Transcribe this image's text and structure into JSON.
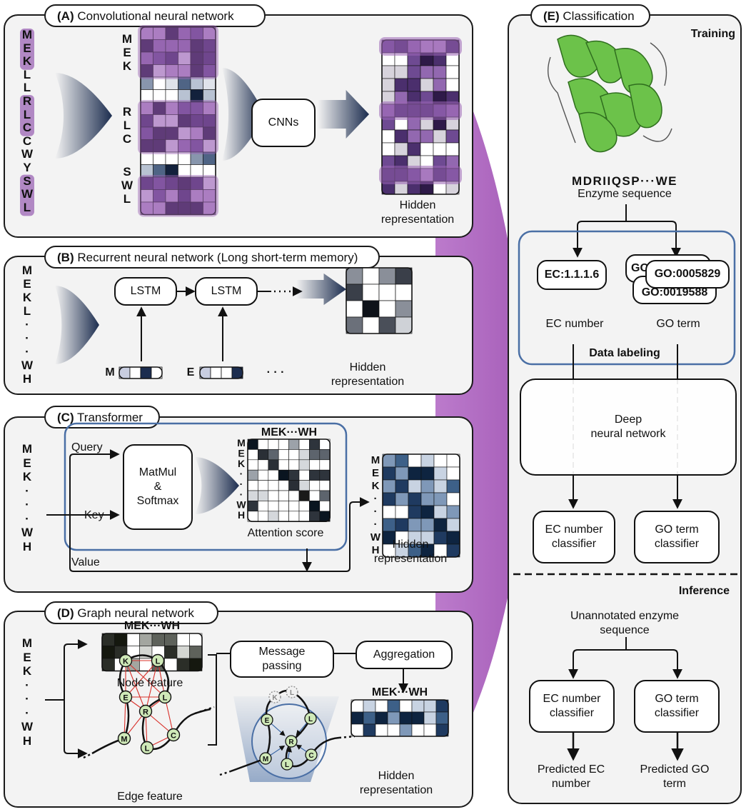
{
  "panels": {
    "a": {
      "title_tag": "(A)",
      "title_text": "Convolutional neural network",
      "sequence": [
        "M",
        "E",
        "K",
        "L",
        "L",
        "R",
        "L",
        "C",
        "C",
        "W",
        "Y",
        "S",
        "W",
        "L"
      ],
      "groups": [
        [
          "M",
          "E",
          "K"
        ],
        [
          "R",
          "L",
          "C"
        ],
        [
          "S",
          "W",
          "L"
        ]
      ],
      "cnn_label": "CNNs",
      "output_label": "Hidden\nrepresentation"
    },
    "b": {
      "title_tag": "(B)",
      "title_text": "Recurrent neural network (Long short-term memory)",
      "sequence": [
        "M",
        "E",
        "K",
        "L",
        "·",
        "·",
        "·",
        "W",
        "H"
      ],
      "lstm_label": "LSTM",
      "input_m": "M",
      "input_e": "E",
      "input_dots": "· · ·",
      "output_label": "Hidden\nrepresentation"
    },
    "c": {
      "title_tag": "(C)",
      "title_text": "Transformer",
      "sequence": [
        "M",
        "E",
        "K",
        "·",
        "·",
        "·",
        "W",
        "H"
      ],
      "query_label": "Query",
      "key_label": "Key",
      "value_label": "Value",
      "matmul_label": "MatMul\n&\nSoftmax",
      "matrix_top_label": "MEK···WH",
      "matrix_side": [
        "M",
        "E",
        "K",
        "·",
        "·",
        "·",
        "W",
        "H"
      ],
      "attention_label": "Attention score",
      "output_label": "Hidden\nrepresentation"
    },
    "d": {
      "title_tag": "(D)",
      "title_text": "Graph neural network",
      "sequence": [
        "M",
        "E",
        "K",
        "·",
        "·",
        "·",
        "W",
        "H"
      ],
      "node_feature_top": "MEK···WH",
      "node_feature_label": "Node feature",
      "edge_feature_label": "Edge feature",
      "message_passing_label": "Message\npassing",
      "aggregation_label": "Aggregation",
      "output_top": "MEK···WH",
      "output_label": "Hidden\nrepresentation",
      "nodes": [
        "K",
        "L",
        "E",
        "L",
        "R",
        "M",
        "L",
        "C"
      ]
    },
    "e": {
      "title_tag": "(E)",
      "title_text": "Classification",
      "training_label": "Training",
      "sequence_text": "MDRIIQSP···WE",
      "enzyme_label": "Enzyme sequence",
      "ec_tag": "EC:1.1.1.6",
      "go_tags": [
        "GO",
        "GO:0005829",
        "GO:0019588"
      ],
      "ec_number_label": "EC number",
      "go_term_label": "GO term",
      "data_labeling_label": "Data labeling",
      "dnn_label": "Deep\nneural network",
      "ec_classifier_label": "EC number\nclassifier",
      "go_classifier_label": "GO term\nclassifier",
      "inference_label": "Inference",
      "unannotated_label": "Unannotated enzyme\nsequence",
      "ec_classifier_label_2": "EC number\nclassifier",
      "go_classifier_label_2": "GO term\nclassifier",
      "predicted_ec_label": "Predicted EC\nnumber",
      "predicted_go_label": "Predicted GO\nterm"
    }
  },
  "colors": {
    "panel_bg": "#f3f3f3",
    "outline": "#1a1a1a",
    "purple_highlight": "#9b64b4",
    "navy": "#1c2d4f",
    "transformer_box": "#4a6fa5",
    "node_green": "#cfe9b8",
    "edge_red": "#d9302a",
    "protein_green": "#6cc24a"
  }
}
